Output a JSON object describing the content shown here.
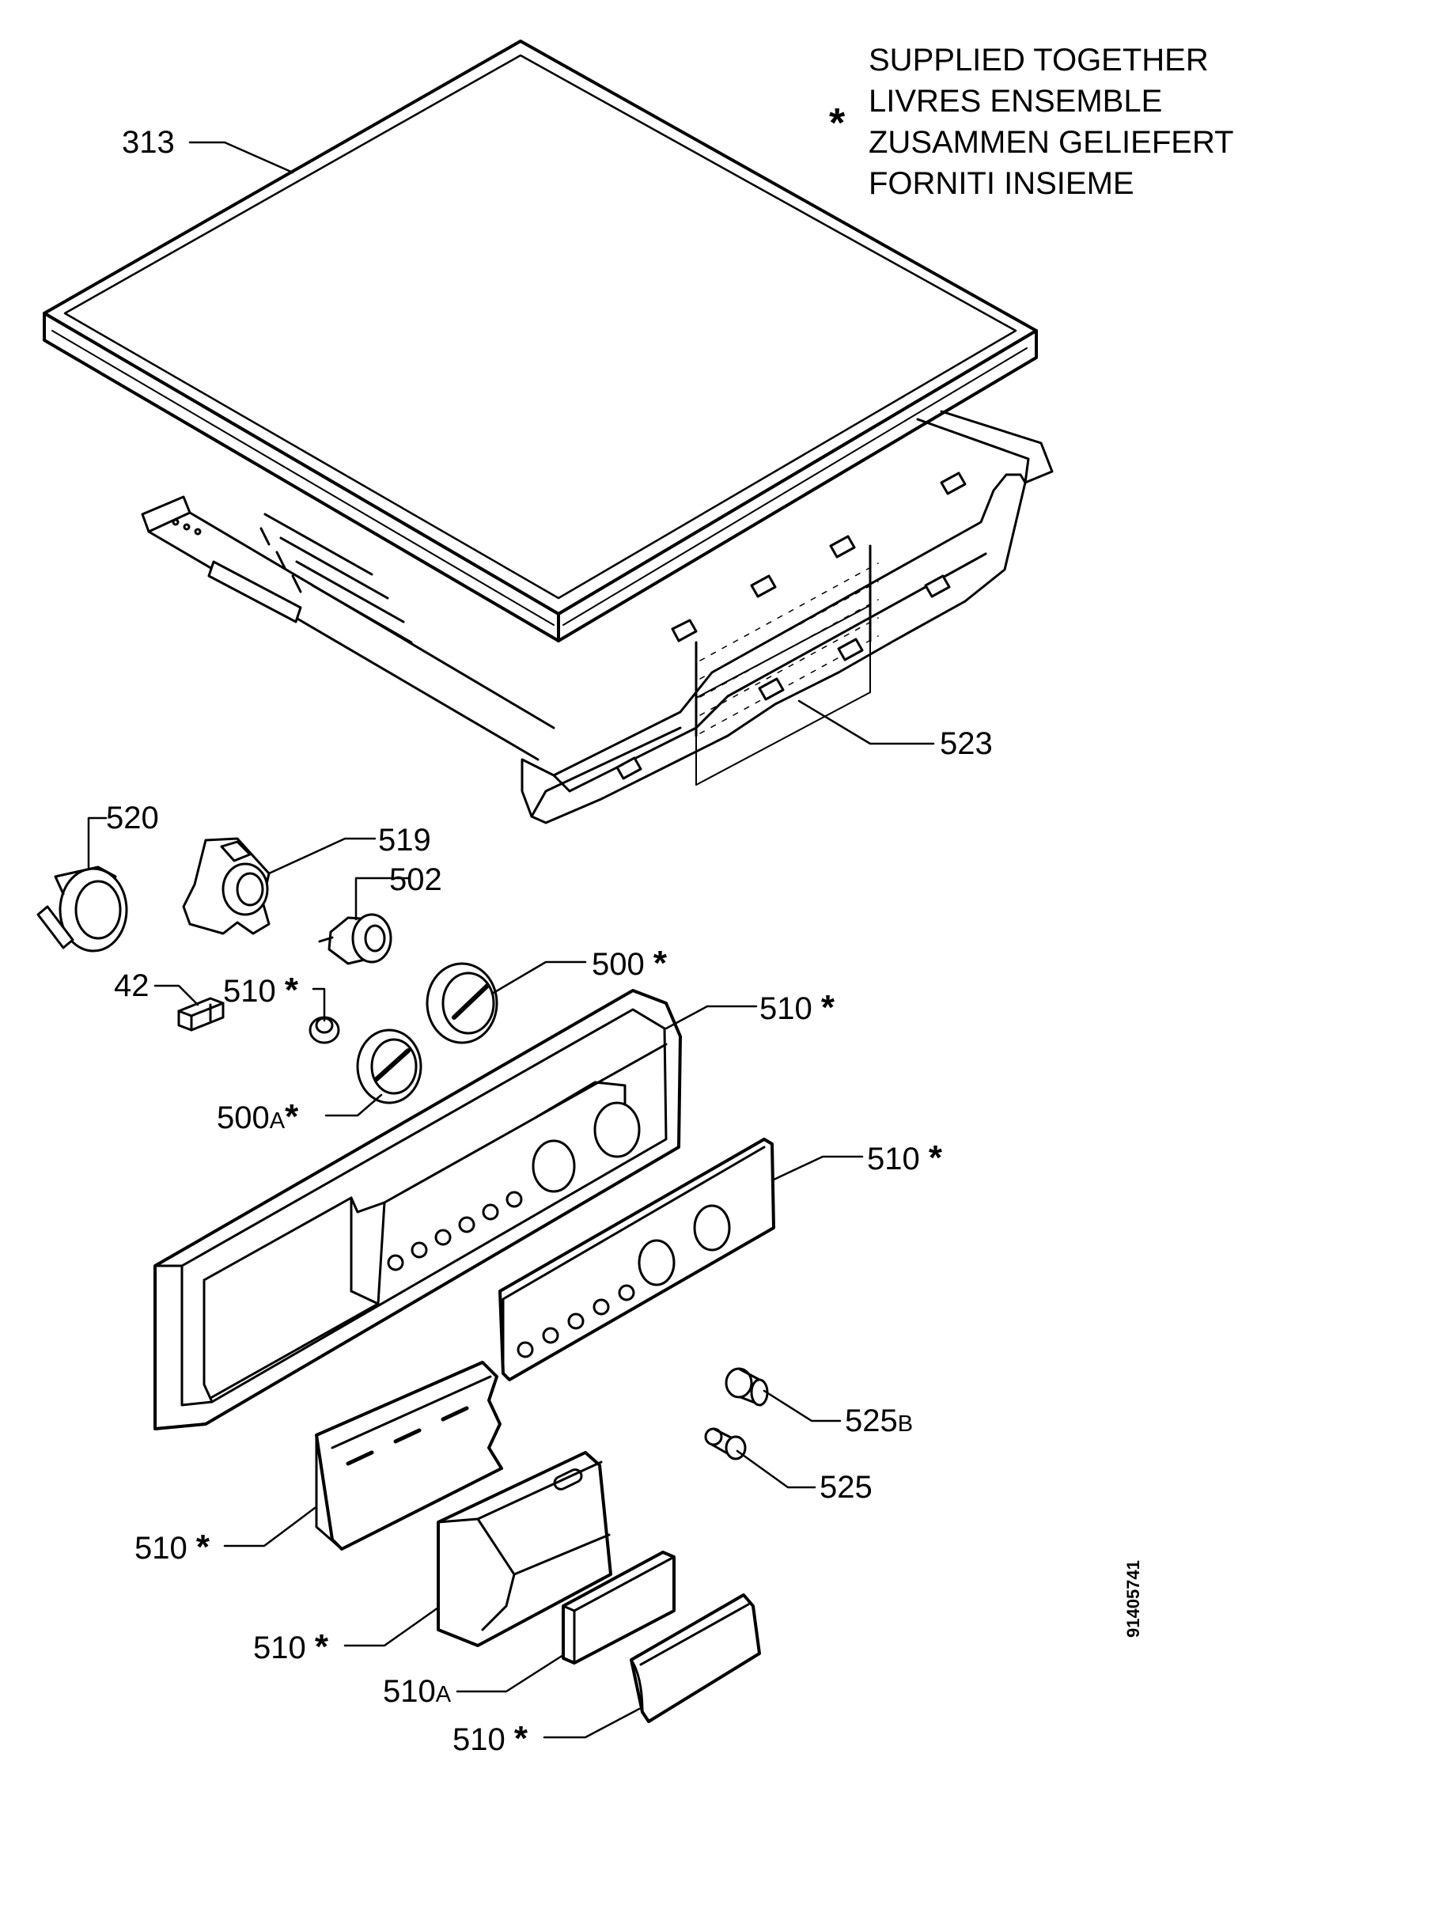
{
  "legend": {
    "symbol": "*",
    "lines": [
      "SUPPLIED TOGETHER",
      "LIVRES ENSEMBLE",
      "ZUSAMMEN GELIEFERT",
      "FORNITI INSIEME"
    ]
  },
  "document_id": "91405741",
  "labels": {
    "p313": "313",
    "p523": "523",
    "p520": "520",
    "p519": "519",
    "p502": "502",
    "p42": "42",
    "p510_knob_num": "510",
    "p500_num": "500",
    "p510_panel_num": "510",
    "p500a_num": "500",
    "p500a_suffix": "A",
    "p510_fascia_num": "510",
    "p525b_num": "525",
    "p525b_suffix": "B",
    "p525": "525",
    "p510_drawer_num": "510",
    "p510_handle_num": "510",
    "p510a_num": "510",
    "p510a_suffix": "A",
    "p510_cap_num": "510",
    "star": "*"
  }
}
